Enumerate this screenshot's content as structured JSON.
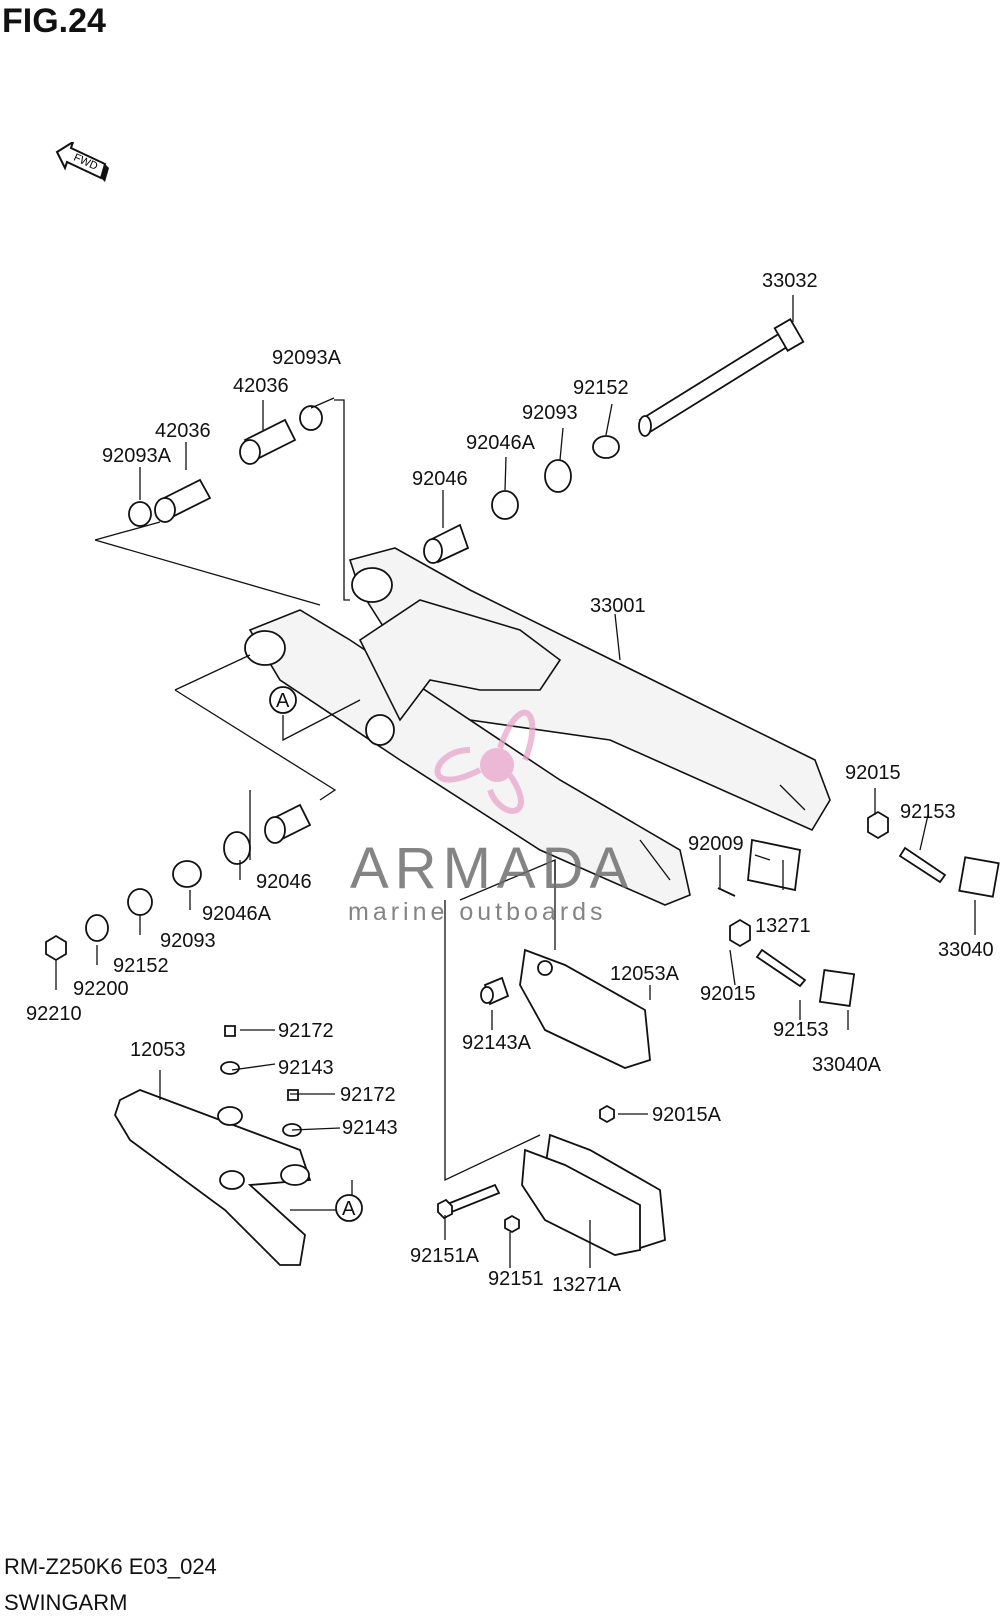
{
  "figure": {
    "title": "FIG.24",
    "fwd_label": "FWD"
  },
  "watermark": {
    "brand": "ARMADA",
    "tagline": "marine outboards",
    "color": "#e8a6cc"
  },
  "footer": {
    "model_code": "RM-Z250K6 E03_024",
    "section": "SWINGARM"
  },
  "callout_letter": "A",
  "parts": [
    "33032",
    "92093A",
    "42036",
    "92152",
    "92093",
    "42036",
    "92093A",
    "92046A",
    "92046",
    "33001",
    "92015",
    "92153",
    "92009",
    "13271",
    "33040",
    "92046",
    "92046A",
    "92093",
    "92152",
    "92200",
    "92210",
    "92015",
    "92153",
    "12053A",
    "92143A",
    "33040A",
    "92172",
    "12053",
    "92143",
    "92172",
    "92143",
    "92015A",
    "92151A",
    "92151",
    "13271A"
  ]
}
